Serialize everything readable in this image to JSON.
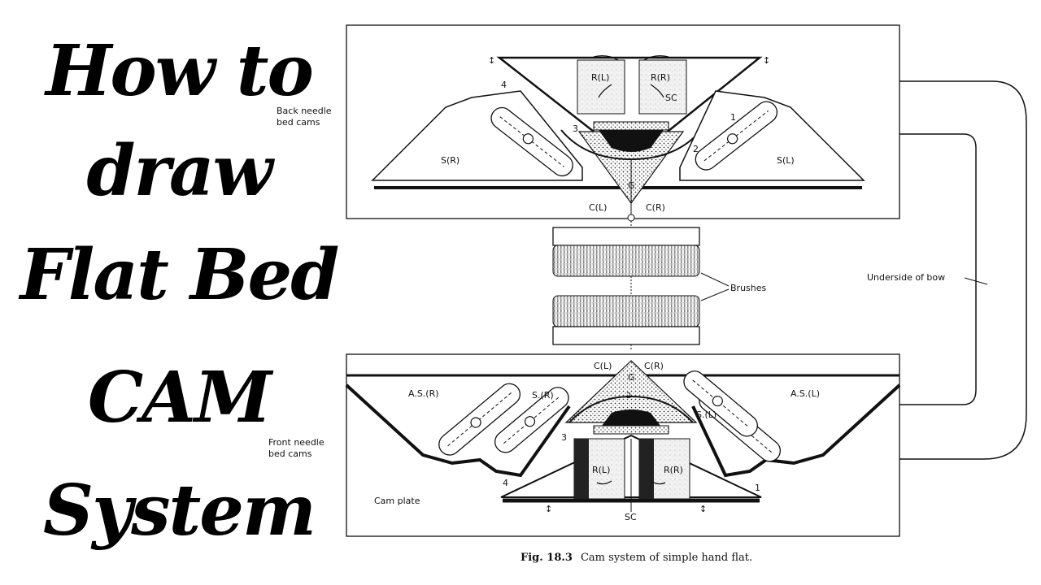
{
  "title": {
    "lines": [
      "How to",
      "draw",
      "Flat Bed",
      "CAM",
      "System"
    ]
  },
  "diagram": {
    "back_section_label": [
      "Back needle",
      "bed cams"
    ],
    "front_section_label": [
      "Front needle",
      "bed cams"
    ],
    "back_labels": {
      "r_l": "R(L)",
      "r_r": "R(R)",
      "sc": "SC",
      "s_r": "S(R)",
      "s_l": "S(L)",
      "c_l": "C(L)",
      "c_r": "C(R)",
      "g": "G",
      "n1": "1",
      "n2": "2",
      "n3": "3",
      "n4": "4"
    },
    "front_labels": {
      "as_r": "A.S.(R)",
      "as_l": "A.S.(L)",
      "s_r": "S.(R)",
      "s_l": "S.(L)",
      "c_l": "C(L)",
      "c_r": "C(R)",
      "g": "G",
      "r_l": "R(L)",
      "r_r": "R(R)",
      "sc": "SC",
      "n1": "1",
      "n2": "2",
      "n3": "3",
      "n4": "4"
    },
    "brushes_label": "Brushes",
    "bow_label": "Underside of bow",
    "cam_plate_label": "Cam plate"
  },
  "caption": {
    "fig": "Fig. 18.3",
    "text": "Cam system of simple hand flat."
  }
}
